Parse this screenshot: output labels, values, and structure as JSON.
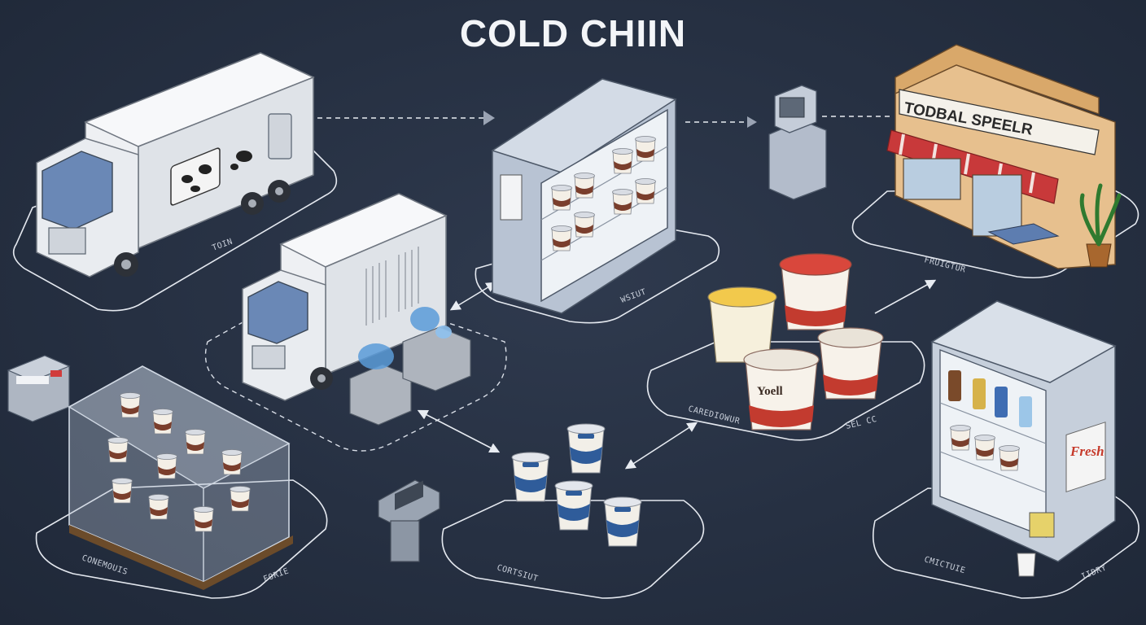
{
  "title": "COLD CHIIN",
  "stations": [
    {
      "id": "truck-large",
      "label": "TOIN"
    },
    {
      "id": "display-fridge",
      "label": "WSIUT"
    },
    {
      "id": "storefront",
      "label": "FRUIGTUR"
    },
    {
      "id": "yogurt-display",
      "label": "CAREDIOWUR"
    },
    {
      "id": "yogurt-display-2",
      "label": "SEL CC"
    },
    {
      "id": "showcase",
      "label": "CONEMOUIS"
    },
    {
      "id": "showcase-2",
      "label": "FORIE"
    },
    {
      "id": "tubs",
      "label": "CORTSIUT"
    },
    {
      "id": "retail-fridge",
      "label": "CMICTUIE"
    },
    {
      "id": "retail-fridge-2",
      "label": "IIDRY"
    }
  ],
  "store_sign": "TODBAL SPEELR",
  "fridge_tag": "Fresh",
  "cup_brand": "Yoell"
}
